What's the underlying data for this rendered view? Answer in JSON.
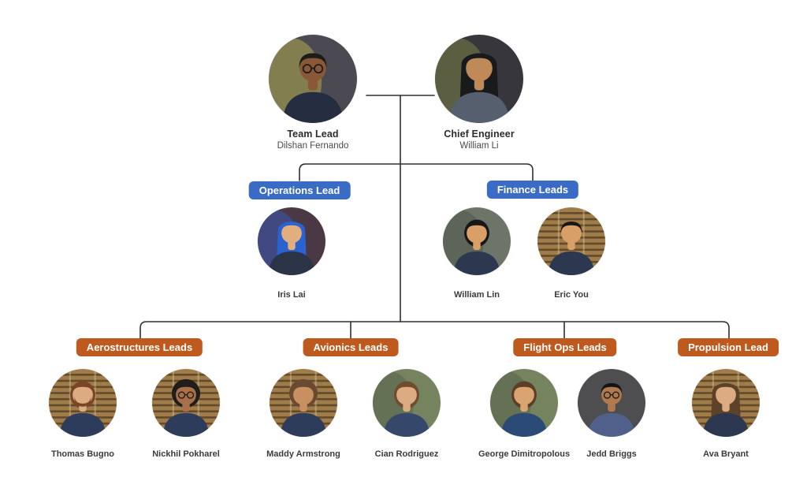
{
  "colors": {
    "background": "#ffffff",
    "line": "#2e2e2e",
    "badge_blue": "#3a6cc5",
    "badge_orange": "#bf5a1f",
    "badge_text": "#ffffff",
    "title_text": "#2c2c2c",
    "name_text": "#4a4a4a",
    "member_name_text": "#3b3b3b"
  },
  "root": {
    "team_lead": {
      "title": "Team Lead",
      "name": "Dilshan Fernando",
      "photo": {
        "bg": "#4b4a52",
        "bg2": "#b1a94e",
        "hair_style": "short",
        "hair": "#1e1c1b",
        "skin": "#8a5838",
        "shirt": "#252e40",
        "glasses": true
      }
    },
    "chief_engineer": {
      "title": "Chief Engineer",
      "name": "William Li",
      "photo": {
        "bg": "#37363c",
        "bg2": "#7b7f47",
        "hair_style": "long",
        "hair": "#191a1c",
        "skin": "#c08a58",
        "shirt": "#565f6e"
      }
    }
  },
  "groups": [
    {
      "label": "Operations Lead",
      "badge_color": "blue",
      "members": [
        {
          "name": "Iris Lai",
          "photo": {
            "bg": "#4a3944",
            "bg2": "#3a57b8",
            "hair_style": "long",
            "hair": "#2a62cf",
            "skin": "#e3ae7e",
            "shirt": "#2b3447"
          }
        }
      ]
    },
    {
      "label": "Finance Leads",
      "badge_color": "blue",
      "members": [
        {
          "name": "William Lin",
          "photo": {
            "bg": "#6d7568",
            "bg2": "#4e584b",
            "hair_style": "medium",
            "hair": "#17171a",
            "skin": "#d8a066",
            "shirt": "#2c3850"
          }
        },
        {
          "name": "Eric You",
          "photo": {
            "bg": "#a07c48",
            "texture": "wood-slats",
            "hair_style": "short",
            "hair": "#17171a",
            "skin": "#d8a066",
            "shirt": "#2c3850"
          }
        }
      ]
    },
    {
      "label": "Aerostructures Leads",
      "badge_color": "orange",
      "members": [
        {
          "name": "Thomas Bugno",
          "photo": {
            "bg": "#a07c48",
            "texture": "wood-slats",
            "hair_style": "medium",
            "hair": "#7a4526",
            "beard": "#7a4526",
            "skin": "#dcab82",
            "shirt": "#2e3c5c"
          }
        },
        {
          "name": "Nickhil Pokharel",
          "photo": {
            "bg": "#a07c48",
            "texture": "wood-slats",
            "hair_style": "curly",
            "hair": "#211d1c",
            "skin": "#a9714a",
            "shirt": "#2e3c5c",
            "glasses": true
          }
        }
      ]
    },
    {
      "label": "Avionics Leads",
      "badge_color": "orange",
      "members": [
        {
          "name": "Maddy Armstrong",
          "photo": {
            "bg": "#a07c48",
            "texture": "wood-slats",
            "hair_style": "curly",
            "hair": "#6b4a33",
            "skin": "#c88f60",
            "shirt": "#2e3c5c"
          }
        },
        {
          "name": "Cian Rodriguez",
          "photo": {
            "bg": "#75835f",
            "bg2": "#55624a",
            "hair_style": "medium",
            "hair": "#6e4c2f",
            "skin": "#dcab82",
            "shirt": "#35486b"
          }
        }
      ]
    },
    {
      "label": "Flight Ops Leads",
      "badge_color": "orange",
      "members": [
        {
          "name": "George Dimitropolous",
          "photo": {
            "bg": "#75835f",
            "bg2": "#55624a",
            "hair_style": "medium",
            "hair": "#5c3f26",
            "skin": "#d9a472",
            "shirt": "#2b4a75"
          }
        },
        {
          "name": "Jedd Briggs",
          "photo": {
            "bg": "#4e4e50",
            "hair_style": "short",
            "hair": "#141416",
            "skin": "#b07a4e",
            "shirt": "#51608a",
            "glasses": true
          }
        }
      ]
    },
    {
      "label": "Propulsion Lead",
      "badge_color": "orange",
      "members": [
        {
          "name": "Ava Bryant",
          "photo": {
            "bg": "#a07c48",
            "texture": "wood-slats",
            "hair_style": "long",
            "hair": "#5c4228",
            "skin": "#dcab82",
            "shirt": "#2c3850"
          }
        }
      ]
    }
  ]
}
